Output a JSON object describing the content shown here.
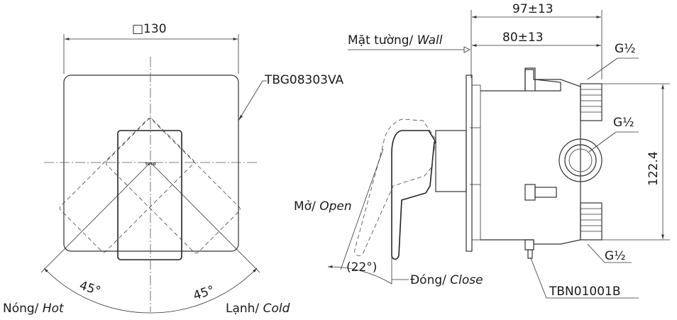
{
  "front_view": {
    "width_label": "□130",
    "model_label": "TBG08303VA",
    "angle_left": "45°",
    "angle_right": "45°",
    "hot_prefix": "Nóng/ ",
    "hot_label": "Hot",
    "cold_prefix": "Lạnh/ ",
    "cold_label": "Cold"
  },
  "side_view": {
    "depth_total": "97±13",
    "depth_body": "80±13",
    "wall_prefix": "Mặt tường/ ",
    "wall_label": "Wall",
    "open_prefix": "Mở/ ",
    "open_label": "Open",
    "open_angle": "(22°)",
    "close_prefix": "Đóng/ ",
    "close_label": "Close",
    "port_top": "G½",
    "port_mid": "G½",
    "port_bottom": "G½",
    "height_dim": "122.4",
    "body_model": "TBN01001B"
  }
}
